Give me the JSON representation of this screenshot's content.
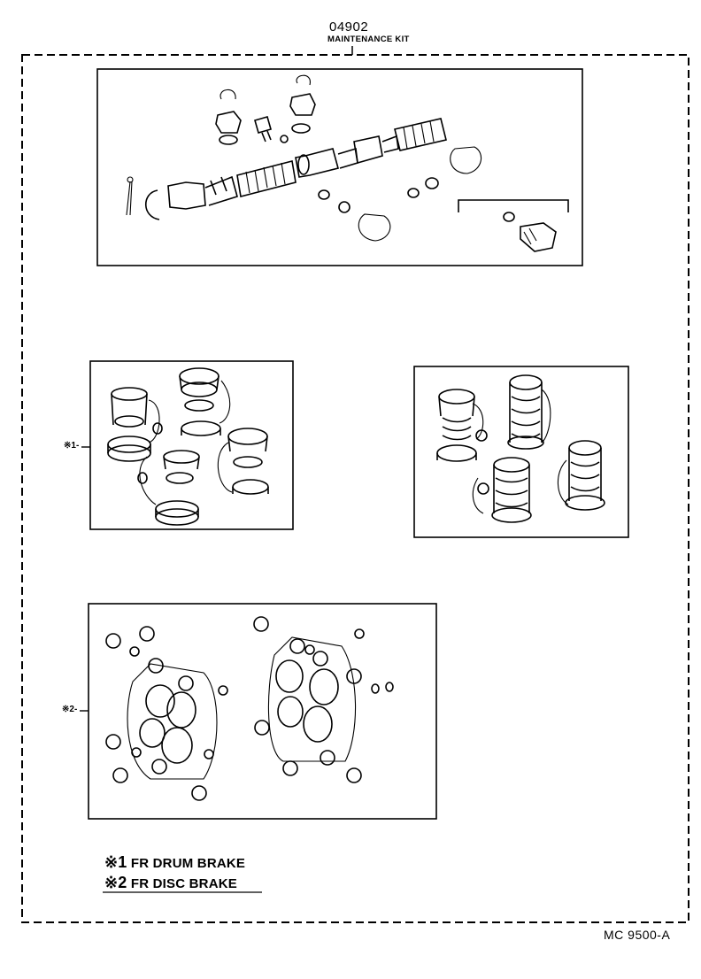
{
  "header": {
    "part_number": "04902",
    "part_name": "MAINTENANCE KIT"
  },
  "groups": [
    {
      "ref_mark": "※1-"
    },
    {
      "ref_mark": "※2-"
    }
  ],
  "legend": {
    "items": [
      {
        "mark": "※1",
        "text": "FR DRUM BRAKE"
      },
      {
        "mark": "※2",
        "text": "FR DISC BRAKE"
      }
    ]
  },
  "footer": {
    "diagram_code": "MC 9500-A"
  }
}
